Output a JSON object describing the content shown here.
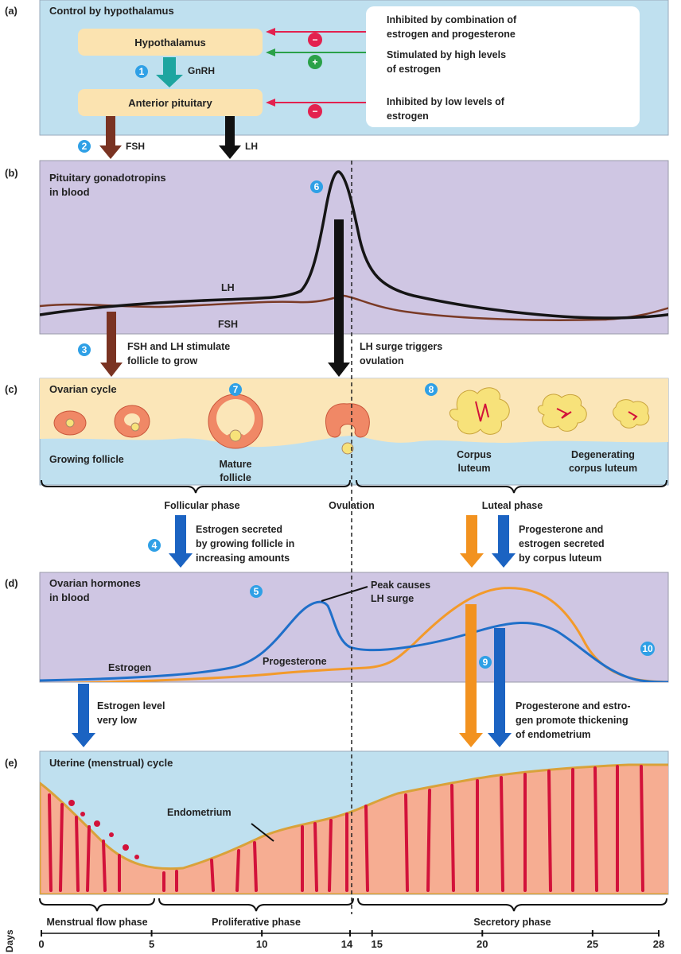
{
  "panels": {
    "a": {
      "letter": "(a)",
      "title": "Control by hypothalamus"
    },
    "b": {
      "letter": "(b)",
      "title_l1": "Pituitary gonadotropins",
      "title_l2": "in blood"
    },
    "c": {
      "letter": "(c)",
      "title": "Ovarian cycle"
    },
    "d": {
      "letter": "(d)",
      "title_l1": "Ovarian hormones",
      "title_l2": "in blood"
    },
    "e": {
      "letter": "(e)",
      "title": "Uterine (menstrual) cycle"
    }
  },
  "control": {
    "hypothalamus": "Hypothalamus",
    "anterior_pituitary": "Anterior pituitary",
    "gnrh": "GnRH",
    "fsh": "FSH",
    "lh": "LH",
    "minus": "−",
    "plus": "+",
    "inhibited_combo_l1": "Inhibited by combination of",
    "inhibited_combo_l2": "estrogen and progesterone",
    "stimulated_l1": "Stimulated by high levels",
    "stimulated_l2": "of estrogen",
    "inhibited_low_l1": "Inhibited by low levels of",
    "inhibited_low_l2": "estrogen"
  },
  "steps": [
    "1",
    "2",
    "3",
    "4",
    "5",
    "6",
    "7",
    "8",
    "9",
    "10"
  ],
  "gonadotropin_labels": {
    "lh": "LH",
    "fsh": "FSH"
  },
  "annotations": {
    "fsh_lh_stimulate_l1": "FSH and LH stimulate",
    "fsh_lh_stimulate_l2": "follicle to grow",
    "lh_surge_l1": "LH surge triggers",
    "lh_surge_l2": "ovulation",
    "growing_follicle": "Growing follicle",
    "mature_l1": "Mature",
    "mature_l2": "follicle",
    "corpus_l1": "Corpus",
    "corpus_l2": "luteum",
    "degenerating_l1": "Degenerating",
    "degenerating_l2": "corpus luteum",
    "follicular_phase": "Follicular phase",
    "ovulation": "Ovulation",
    "luteal_phase": "Luteal phase",
    "estrogen_secreted_l1": "Estrogen secreted",
    "estrogen_secreted_l2": "by growing follicle in",
    "estrogen_secreted_l3": "increasing amounts",
    "prog_est_secreted_l1": "Progesterone and",
    "prog_est_secreted_l2": "estrogen secreted",
    "prog_est_secreted_l3": "by corpus luteum",
    "peak_l1": "Peak causes",
    "peak_l2": "LH surge",
    "estrogen": "Estrogen",
    "progesterone": "Progesterone",
    "estrogen_low_l1": "Estrogen level",
    "estrogen_low_l2": "very low",
    "promote_l1": "Progesterone and estro-",
    "promote_l2": "gen promote thickening",
    "promote_l3": "of endometrium",
    "endometrium": "Endometrium",
    "menstrual_phase": "Menstrual flow phase",
    "proliferative_phase": "Proliferative phase",
    "secretory_phase": "Secretory phase"
  },
  "days_axis": {
    "label": "Days",
    "ticks": [
      {
        "day": 0,
        "label": "0"
      },
      {
        "day": 5,
        "label": "5"
      },
      {
        "day": 10,
        "label": "10"
      },
      {
        "day": 14,
        "label": "14"
      },
      {
        "day": 15,
        "label": "15"
      },
      {
        "day": 20,
        "label": "20"
      },
      {
        "day": 25,
        "label": "25"
      },
      {
        "day": 28,
        "label": "28"
      }
    ]
  },
  "colors": {
    "sky_blue": "#bfe0ef",
    "lavender": "#cfc6e3",
    "cream": "#fbe6b8",
    "box_fill": "#fbe3b0",
    "follicle": "#f08866",
    "corpus": "#f7e27a",
    "endometrium": "#f6ad92",
    "vessel": "#d2123a",
    "edge": "#d9a23a",
    "estrogen_line": "#1f6fc9",
    "progesterone_line": "#f39a2a",
    "lh_line": "#151515",
    "fsh_line": "#7a3a26",
    "step_badge": "#2fa0e6",
    "inhibit_red": "#e3214f",
    "stimulate_green": "#2aa148",
    "arrow_teal": "#1ea5a0",
    "arrow_brown": "#7a3322",
    "arrow_blue": "#1b63c2",
    "arrow_orange": "#f2921f"
  }
}
